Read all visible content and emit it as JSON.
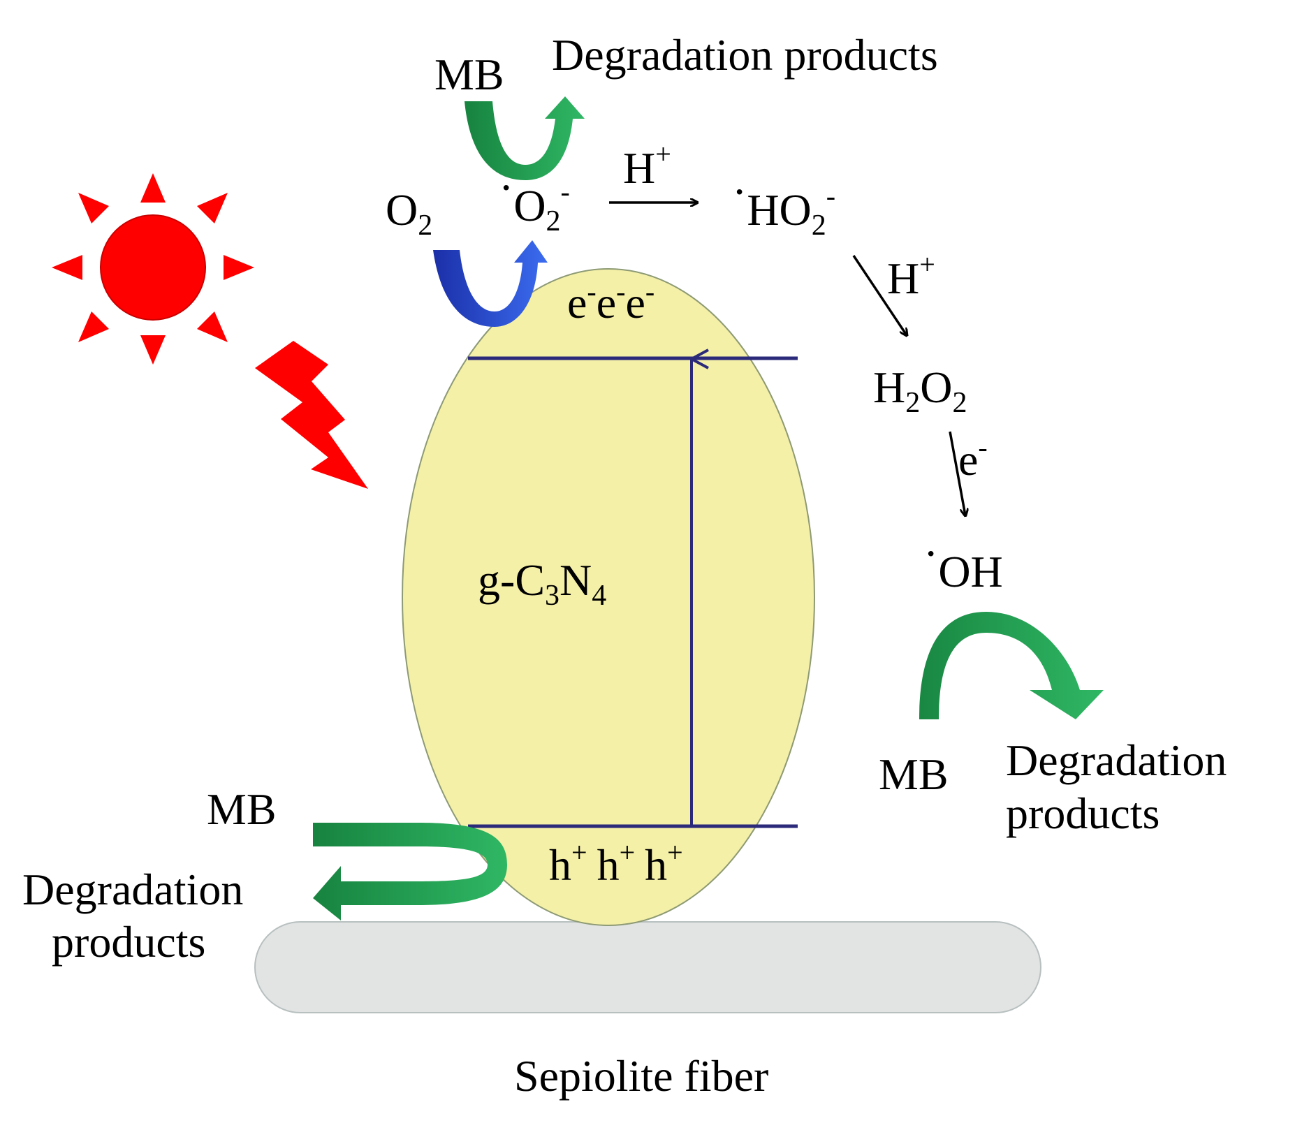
{
  "diagram": {
    "colors": {
      "sun": "#ff0000",
      "lightning": "#ff0000",
      "particle_fill": "#f5f0a8",
      "fiber_fill": "#e2e4e4",
      "band_line": "#2b2a7a",
      "green_arrow": "#1e9b4f",
      "blue_arrow": "#1f3ccf",
      "text": "#000000"
    },
    "labels": {
      "mb_top": "MB",
      "degradation_top": "Degradation products",
      "o2": {
        "main": "O",
        "sub": "2"
      },
      "superoxide": {
        "dot": "·",
        "main": "O",
        "sub": "2",
        "sup": "-"
      },
      "h_plus_1": {
        "main": "H",
        "sup": "+"
      },
      "hydroperoxyl": {
        "dot": "·",
        "main": "HO",
        "sub": "2",
        "sup": "-"
      },
      "h_plus_2": {
        "main": "H",
        "sup": "+"
      },
      "h2o2": {
        "a": "H",
        "sub1": "2",
        "b": "O",
        "sub2": "2"
      },
      "electron_step": {
        "main": "e",
        "sup": "-"
      },
      "hydroxyl": {
        "dot": "·",
        "main": "OH"
      },
      "electrons": {
        "e": "e",
        "sup": "-"
      },
      "holes": {
        "h": "h",
        "sup": "+"
      },
      "catalyst": {
        "a": "g-C",
        "sub1": "3",
        "b": "N",
        "sub2": "4"
      },
      "mb_right": "MB",
      "degradation_right_1": "Degradation",
      "degradation_right_2": "products",
      "mb_left": "MB",
      "degradation_left_1": "Degradation",
      "degradation_left_2": "products",
      "fiber": "Sepiolite fiber"
    },
    "icons": [
      "sun-icon",
      "lightning-icon"
    ]
  }
}
